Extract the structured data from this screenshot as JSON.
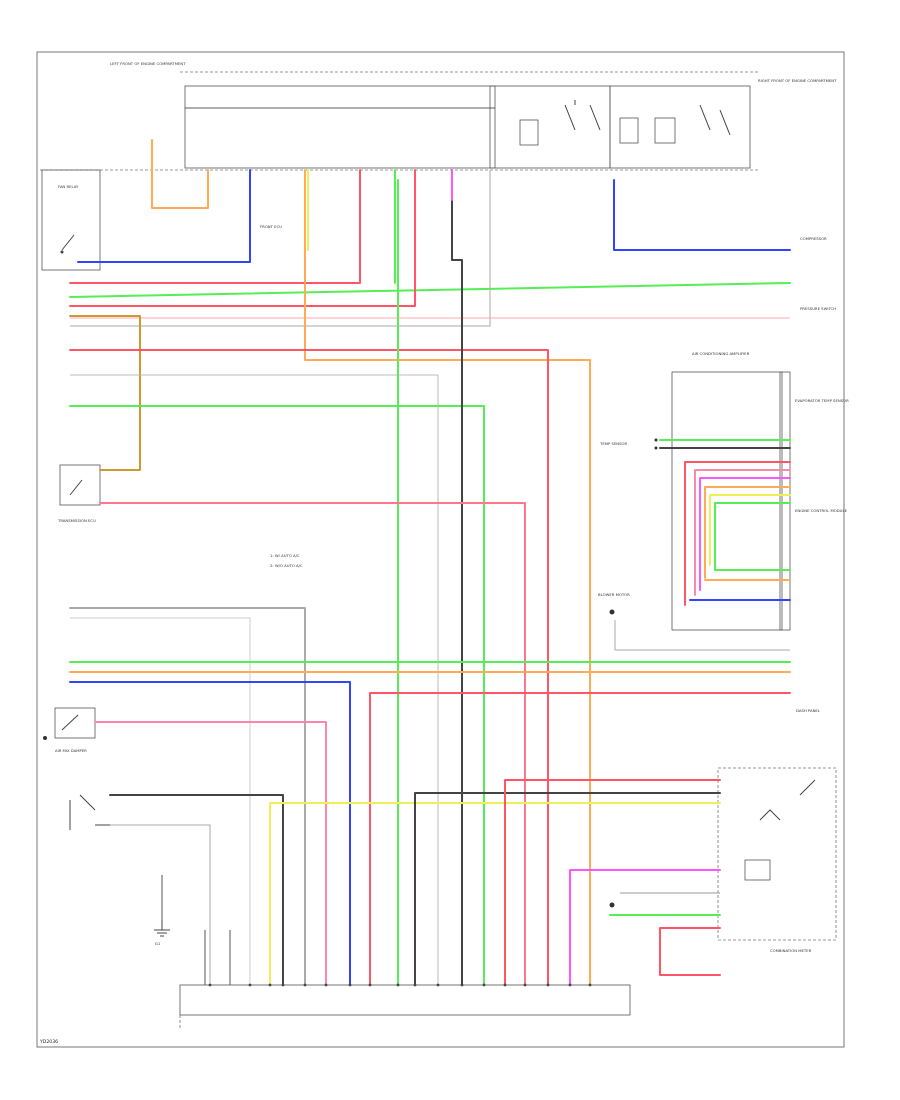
{
  "colors": {
    "red": "#ff5566",
    "green": "#55ee55",
    "blue": "#3344ff",
    "orange": "#ffaa55",
    "pink": "#ff88aa",
    "magenta": "#ff55ff",
    "yellow": "#ffff44",
    "dark": "#444444",
    "gray": "#cccccc",
    "olive": "#aa8822"
  },
  "footer": {
    "code": "YD2036"
  },
  "labels": {
    "fan_relay": "FAN RELAY",
    "front_ecu": "FRONT ECU",
    "temp_sensor": "TEMP SENSOR",
    "air_mix_damper": "AIR MIX DAMPER",
    "blower_motor": "BLOWER MOTOR",
    "ground": "G1",
    "left_front_cyl": "LEFT FRONT OF ENGINE COMPARTMENT",
    "right_front_cyl": "RIGHT FRONT OF ENGINE COMPARTMENT",
    "combination_meter": "COMBINATION METER",
    "air_conditioning_amp": "AIR CONDITIONING AMPLIFIER",
    "transmission_ecu": "TRANSMISSION ECU",
    "engine_ecm": "ENGINE CONTROL MODULE",
    "pressure_switch": "PRESSURE SWITCH",
    "compressor": "COMPRESSOR",
    "a_w_auto": "1: W/ AUTO A/C",
    "b_wo_auto": "2: W/O AUTO A/C",
    "evap_sensor": "EVAPORATOR TEMP SENSOR",
    "dash_panel": "DASH PANEL"
  }
}
